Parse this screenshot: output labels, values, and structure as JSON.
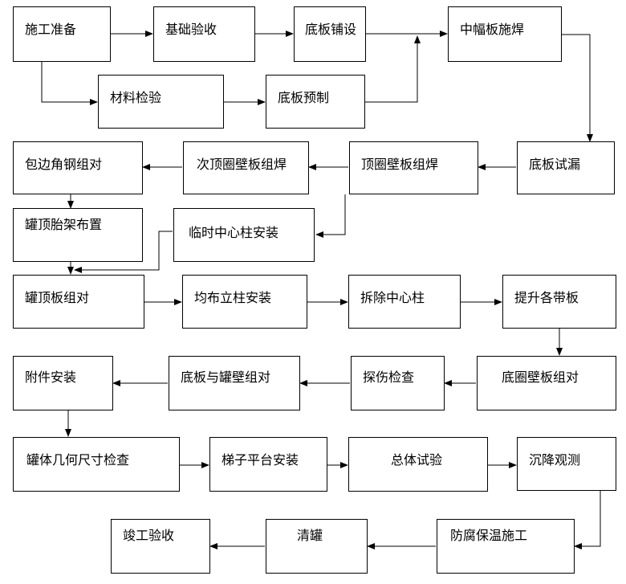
{
  "steps": {
    "s1": "施工准备",
    "s2": "基础验收",
    "s3": "底板铺设",
    "s4": "中幅板施焊",
    "s5": "材料检验",
    "s6": "底板预制",
    "s7": "包边角钢组对",
    "s8": "次顶圈壁板组焊",
    "s9": "顶圈壁板组焊",
    "s10": "底板试漏",
    "s11": "罐顶胎架布置",
    "s12": "临时中心柱安装",
    "s13": "罐顶板组对",
    "s14": "均布立柱安装",
    "s15": "拆除中心柱",
    "s16": "提升各带板",
    "s17": "附件安装",
    "s18": "底板与罐壁组对",
    "s19": "探伤检查",
    "s20": "底圈壁板组对",
    "s21": "罐体几何尺寸检查",
    "s22": "梯子平台安装",
    "s23": "总体试验",
    "s24": "沉降观测",
    "s25": "竣工验收",
    "s26": "清罐",
    "s27": "防腐保温施工"
  }
}
